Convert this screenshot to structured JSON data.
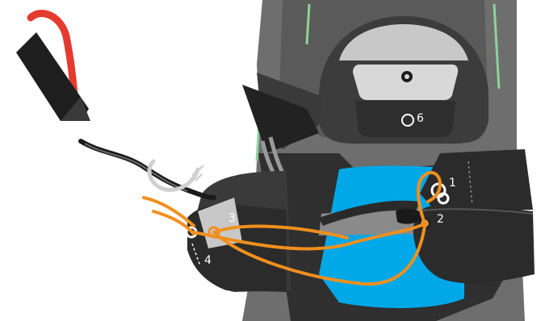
{
  "colors": {
    "background": "#ffffff",
    "seat_shell": "#6e6e6e",
    "seat_shell_dark": "#3c3c3c",
    "seat_panel": "#575757",
    "seat_trim_green": "#8fd19b",
    "headrest_light": "#d8d8d8",
    "strap_black": "#1c1c1c",
    "pad_dark": "#2b2b2b",
    "pad_gray": "#4a4a4a",
    "pad_light_section": "#c8c8c8",
    "blue_cushion": "#00a8e8",
    "orange_cord": "#f0901e",
    "handle_red": "#e53a2f",
    "anchor_white": "#ffffff"
  },
  "markers": [
    {
      "id": "marker-1",
      "label": "1"
    },
    {
      "id": "marker-2",
      "label": "2"
    },
    {
      "id": "marker-3",
      "label": "3"
    },
    {
      "id": "marker-4",
      "label": "4"
    },
    {
      "id": "marker-6",
      "label": "6"
    }
  ],
  "icons": {
    "handle": "red-handle-icon",
    "anchor": "anchor-ring-icon"
  }
}
